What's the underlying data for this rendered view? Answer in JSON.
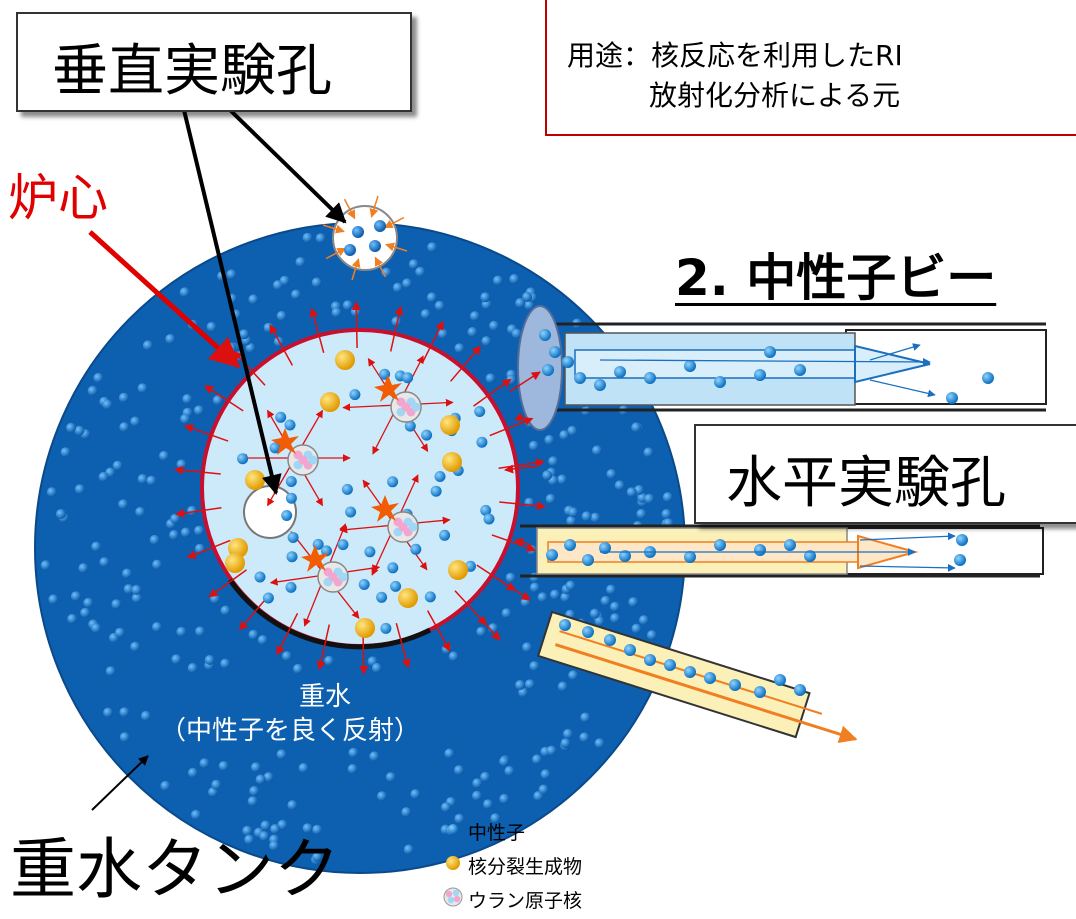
{
  "labels": {
    "vertical_hole": "垂直実験孔",
    "horizontal_hole": "水平実験孔",
    "core": "炉心",
    "beam_heading": "2. 中性子ビー",
    "usage_line1": "用途：核反応を利用したRI",
    "usage_line2": "放射化分析による元",
    "heavy_water": "重水",
    "heavy_water_note": "（中性子を良く反射）",
    "tank": "重水タンク"
  },
  "legend": [
    {
      "icon": "neutron-icon",
      "label": "中性子"
    },
    {
      "icon": "fission-product-icon",
      "label": "核分裂生成物"
    },
    {
      "icon": "uranium-nucleus-icon",
      "label": "ウラン原子核"
    }
  ],
  "colors": {
    "tank": "#0d5fb0",
    "core_fill": "#cdeafa",
    "core_border": "#c8102e",
    "neutron": "#1a85d6",
    "fission_product": "#f0b400",
    "uranium": "#f2a6cf",
    "arrow": "#dd1010",
    "beam_box_blue": "#bfe2f7",
    "beam_box_yellow": "#fbf0b8",
    "beam_arrow_orange": "#f07f22",
    "usage_border": "#c00000"
  }
}
